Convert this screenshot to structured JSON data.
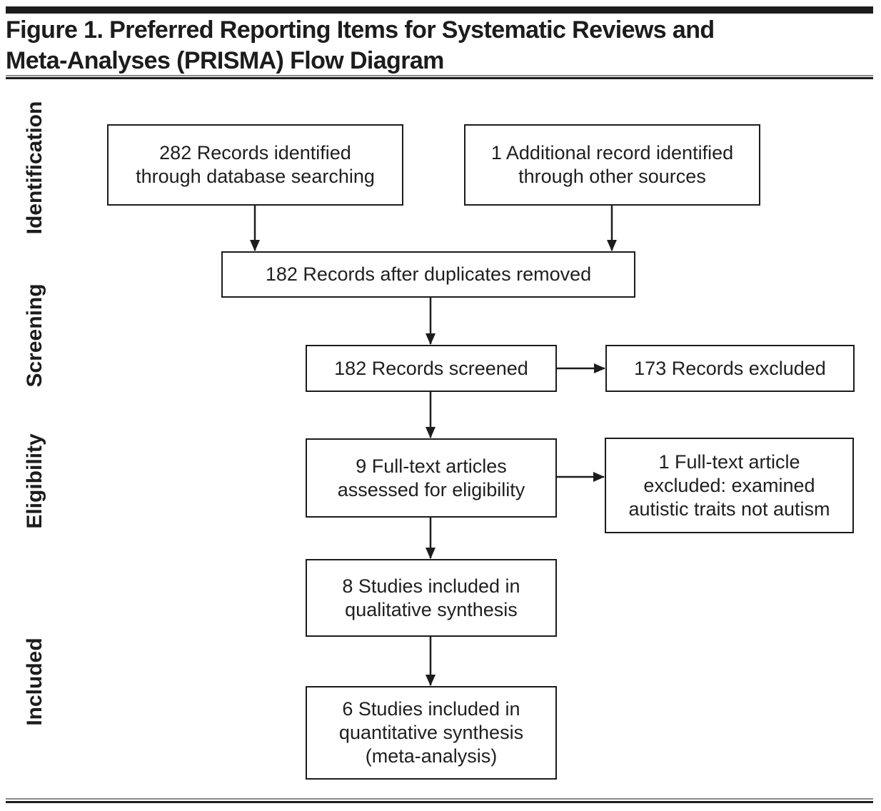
{
  "colors": {
    "ink": "#1c1c1c",
    "background": "#ffffff"
  },
  "title": {
    "lines": [
      "Figure 1. Preferred Reporting Items for Systematic Reviews and",
      "Meta-Analyses (PRISMA) Flow Diagram"
    ]
  },
  "stages": [
    "Identification",
    "Screening",
    "Eligibility",
    "Included"
  ],
  "boxes": {
    "records_identified": {
      "lines": [
        "282 Records identified",
        "through database searching"
      ]
    },
    "additional_record": {
      "lines": [
        "1 Additional record identified",
        "through other sources"
      ]
    },
    "after_duplicates": {
      "lines": [
        "182 Records after duplicates removed"
      ]
    },
    "records_screened": {
      "lines": [
        "182 Records screened"
      ]
    },
    "records_excluded": {
      "lines": [
        "173 Records excluded"
      ]
    },
    "fulltext_assessed": {
      "lines": [
        "9 Full-text articles",
        "assessed for eligibility"
      ]
    },
    "fulltext_excluded": {
      "lines": [
        "1 Full-text article",
        "excluded: examined",
        "autistic traits not autism"
      ]
    },
    "qualitative_synthesis": {
      "lines": [
        "8 Studies included in",
        "qualitative synthesis"
      ]
    },
    "quantitative_synthesis": {
      "lines": [
        "6 Studies included in",
        "quantitative synthesis",
        "(meta-analysis)"
      ]
    }
  }
}
